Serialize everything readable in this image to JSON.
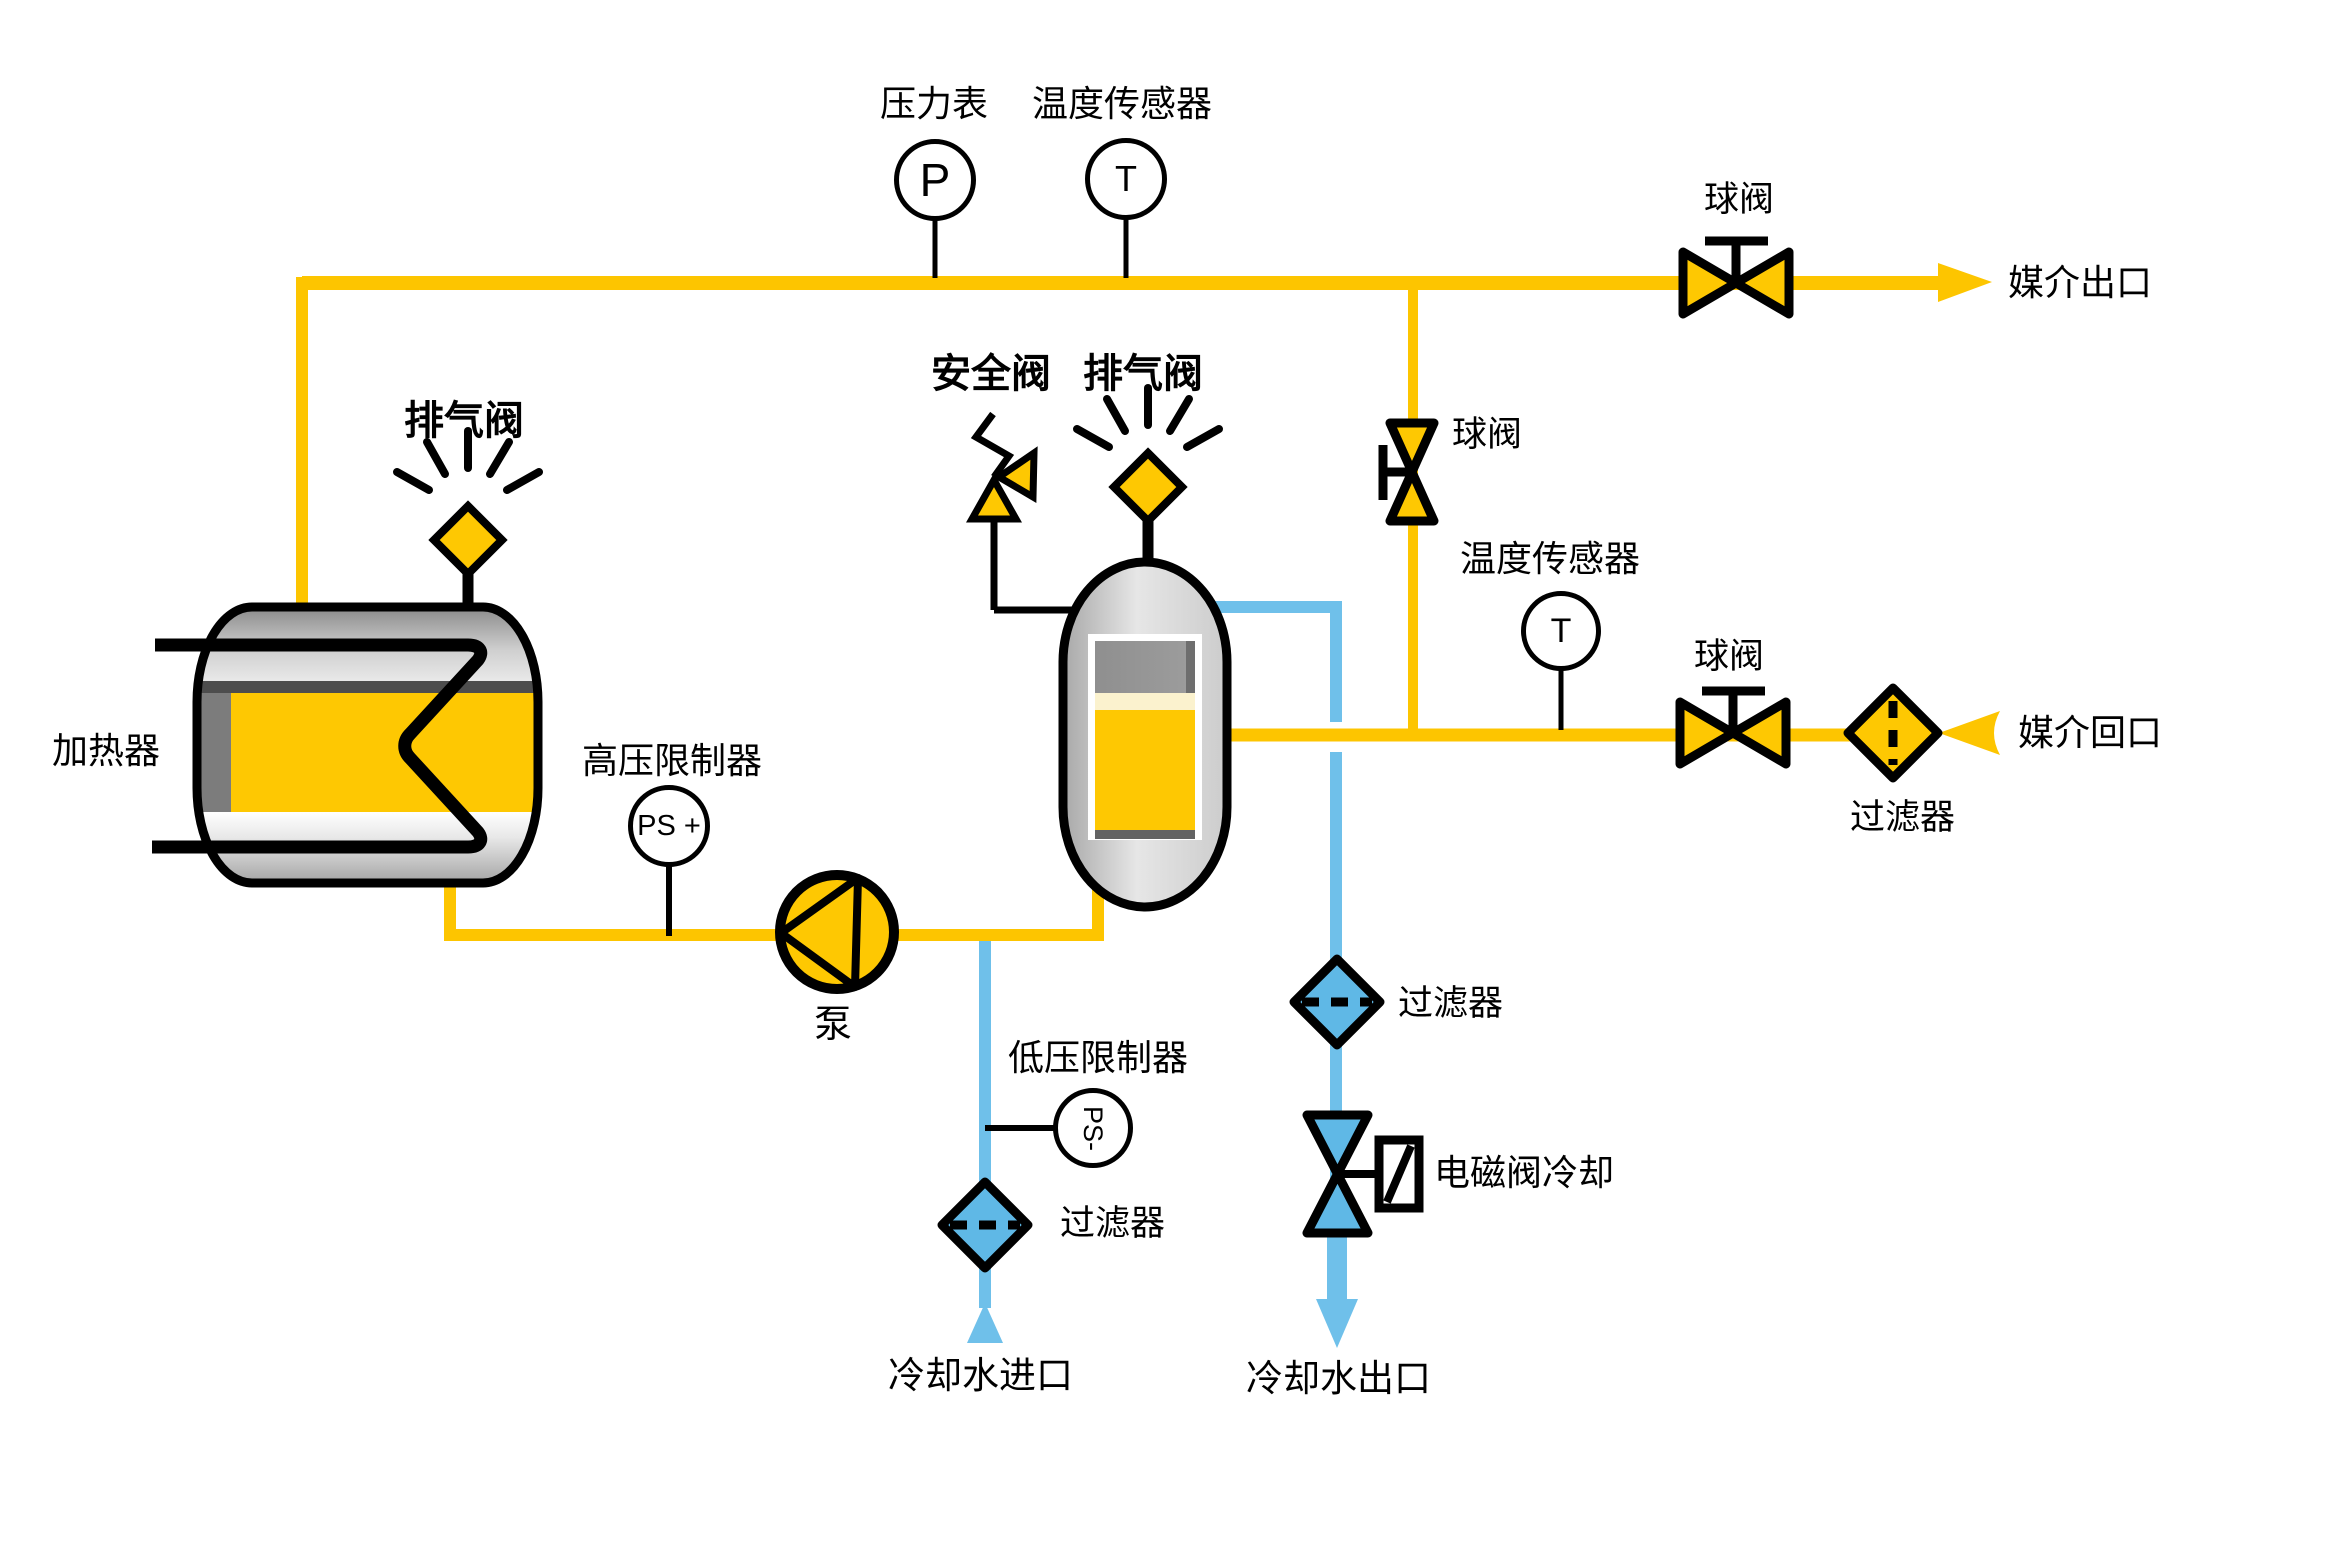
{
  "labels": {
    "pressure_gauge": "压力表",
    "temperature_sensor_top": "温度传感器",
    "ball_valve_top": "球阀",
    "media_outlet": "媒介出口",
    "exhaust_valve_heater": "排气阀",
    "safety_valve": "安全阀",
    "exhaust_valve_tank": "排气阀",
    "ball_valve_branch": "球阀",
    "temperature_sensor_right": "温度传感器",
    "ball_valve_return": "球阀",
    "media_return": "媒介回口",
    "filter_return": "过滤器",
    "heater": "加热器",
    "high_pressure_limiter": "高压限制器",
    "pump": "泵",
    "low_pressure_limiter": "低压限制器",
    "filter_inlet": "过滤器",
    "cooling_water_inlet": "冷却水进口",
    "filter_outlet": "过滤器",
    "solenoid_cooling": "电磁阀冷却",
    "cooling_water_outlet": "冷却水出口"
  },
  "instruments": {
    "pressure": "P",
    "temperature_top": "T",
    "temperature_right": "T",
    "high_pressure_switch": "PS +",
    "low_pressure_switch": "PS-"
  },
  "colors": {
    "pipe_yellow": "#FDC500",
    "symbol_yellow": "#FEC802",
    "pipe_blue": "#6FC0EA",
    "symbol_blue": "#5FB8E6",
    "outline": "#000000",
    "vessel_gray": "#D6D6D6",
    "level_cream": "#FBF2CE"
  }
}
